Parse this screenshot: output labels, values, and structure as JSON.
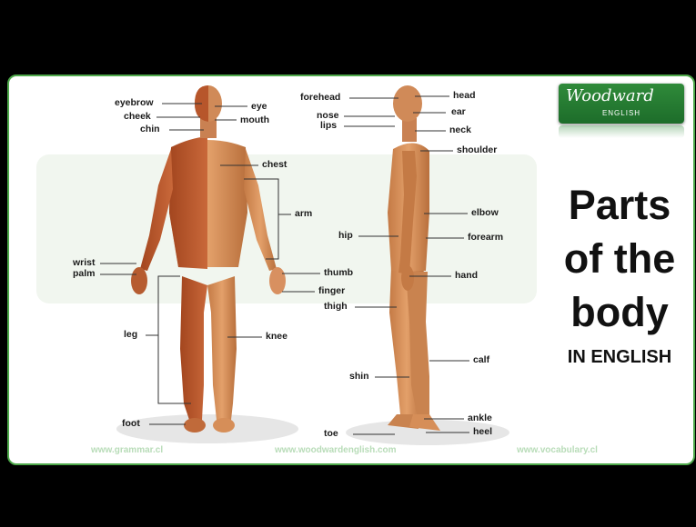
{
  "heading": {
    "line1": "Parts",
    "line2": "of the",
    "line3": "body",
    "subtitle": "IN ENGLISH"
  },
  "logo": {
    "main": "Woodward",
    "sub": "ENGLISH"
  },
  "labels": {
    "eyebrow": "eyebrow",
    "eye": "eye",
    "cheek": "cheek",
    "mouth": "mouth",
    "chin": "chin",
    "chest": "chest",
    "arm": "arm",
    "wrist": "wrist",
    "palm": "palm",
    "thumb": "thumb",
    "finger": "finger",
    "leg": "leg",
    "knee": "knee",
    "foot": "foot",
    "forehead": "forehead",
    "head": "head",
    "nose": "nose",
    "ear": "ear",
    "lips": "lips",
    "neck": "neck",
    "shoulder": "shoulder",
    "elbow": "elbow",
    "hip": "hip",
    "forearm": "forearm",
    "hand": "hand",
    "thigh": "thigh",
    "calf": "calf",
    "shin": "shin",
    "ankle": "ankle",
    "toe": "toe",
    "heel": "heel"
  },
  "footer": {
    "left": "www.grammar.cl",
    "center": "www.woodwardenglish.com",
    "right": "www.vocabulary.cl"
  },
  "colors": {
    "border": "#4ea84a",
    "skin": "#d9925c",
    "muscle": "#b9582d",
    "brand": "#2f8a3a"
  }
}
